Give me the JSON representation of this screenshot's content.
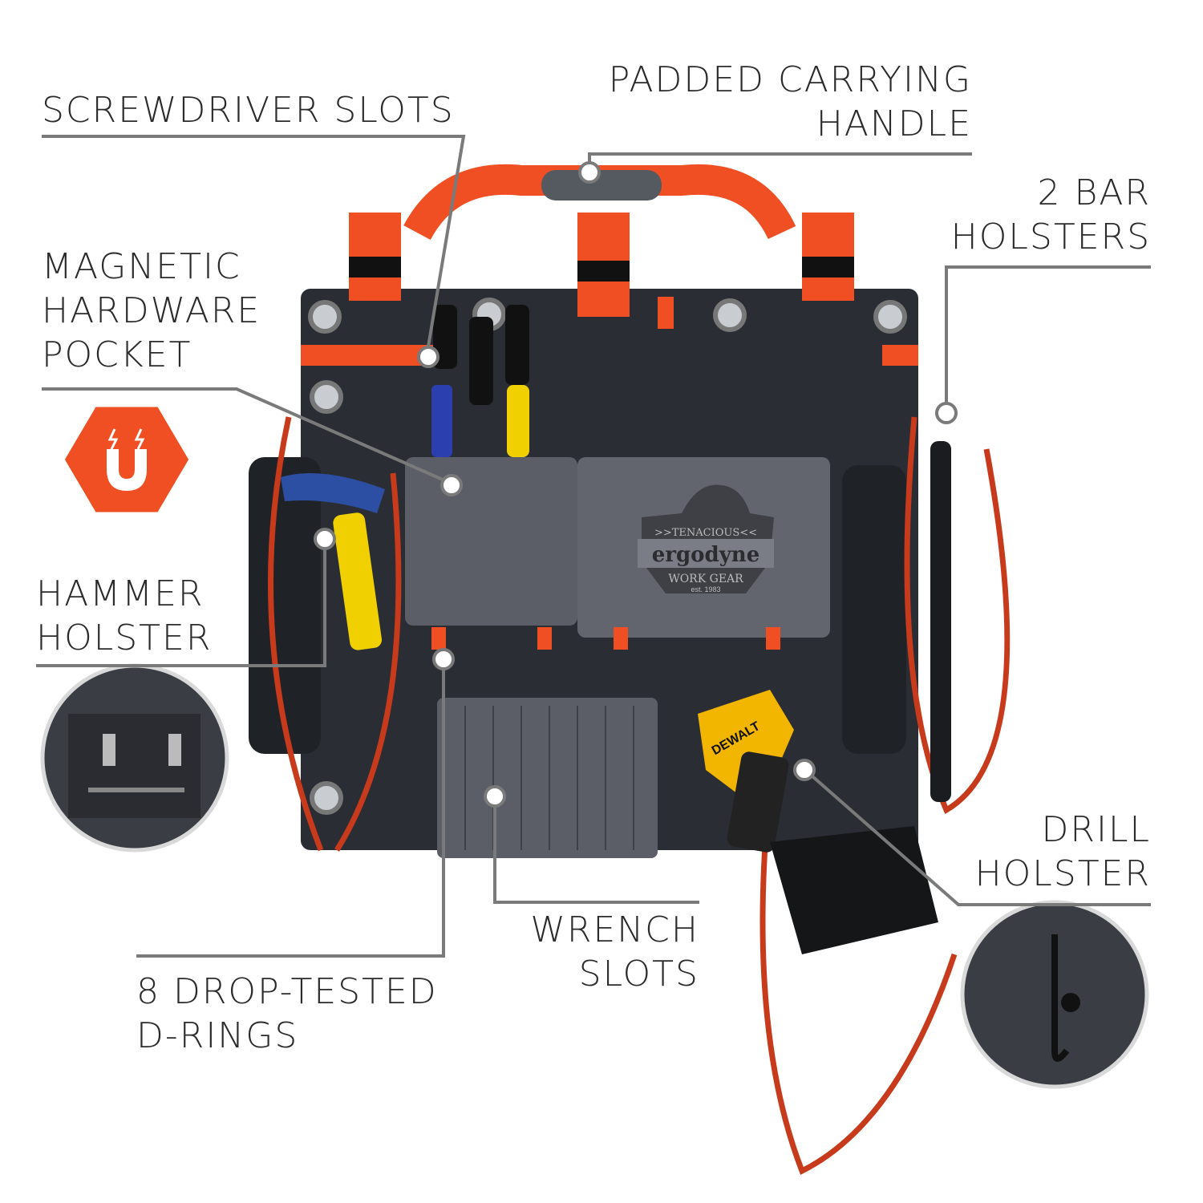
{
  "callouts": {
    "screwdriver_slots": [
      "SCREWDRIVER SLOTS"
    ],
    "carrying_handle": [
      "PADDED CARRYING",
      "HANDLE"
    ],
    "bar_holsters": [
      "2 BAR",
      "HOLSTERS"
    ],
    "magnetic_pocket": [
      "MAGNETIC",
      "HARDWARE",
      "POCKET"
    ],
    "hammer_holster": [
      "HAMMER",
      "HOLSTER"
    ],
    "d_rings": [
      "8 DROP-TESTED",
      "D-RINGS"
    ],
    "wrench_slots": [
      "WRENCH",
      "SLOTS"
    ],
    "drill_holster": [
      "DRILL",
      "HOLSTER"
    ]
  },
  "logo": {
    "top": ">>TENACIOUS<<",
    "brand": "ergodyne",
    "bottom": "WORK GEAR",
    "est": "est. 1983"
  },
  "drill_brand": "DEWALT",
  "colors": {
    "accent": "#f04e23",
    "panel": "#2a2d33",
    "pocket": "#5b5e66",
    "leader": "#7a7a7a",
    "text": "#2b2b2b"
  },
  "icons": [
    "magnet-icon"
  ]
}
